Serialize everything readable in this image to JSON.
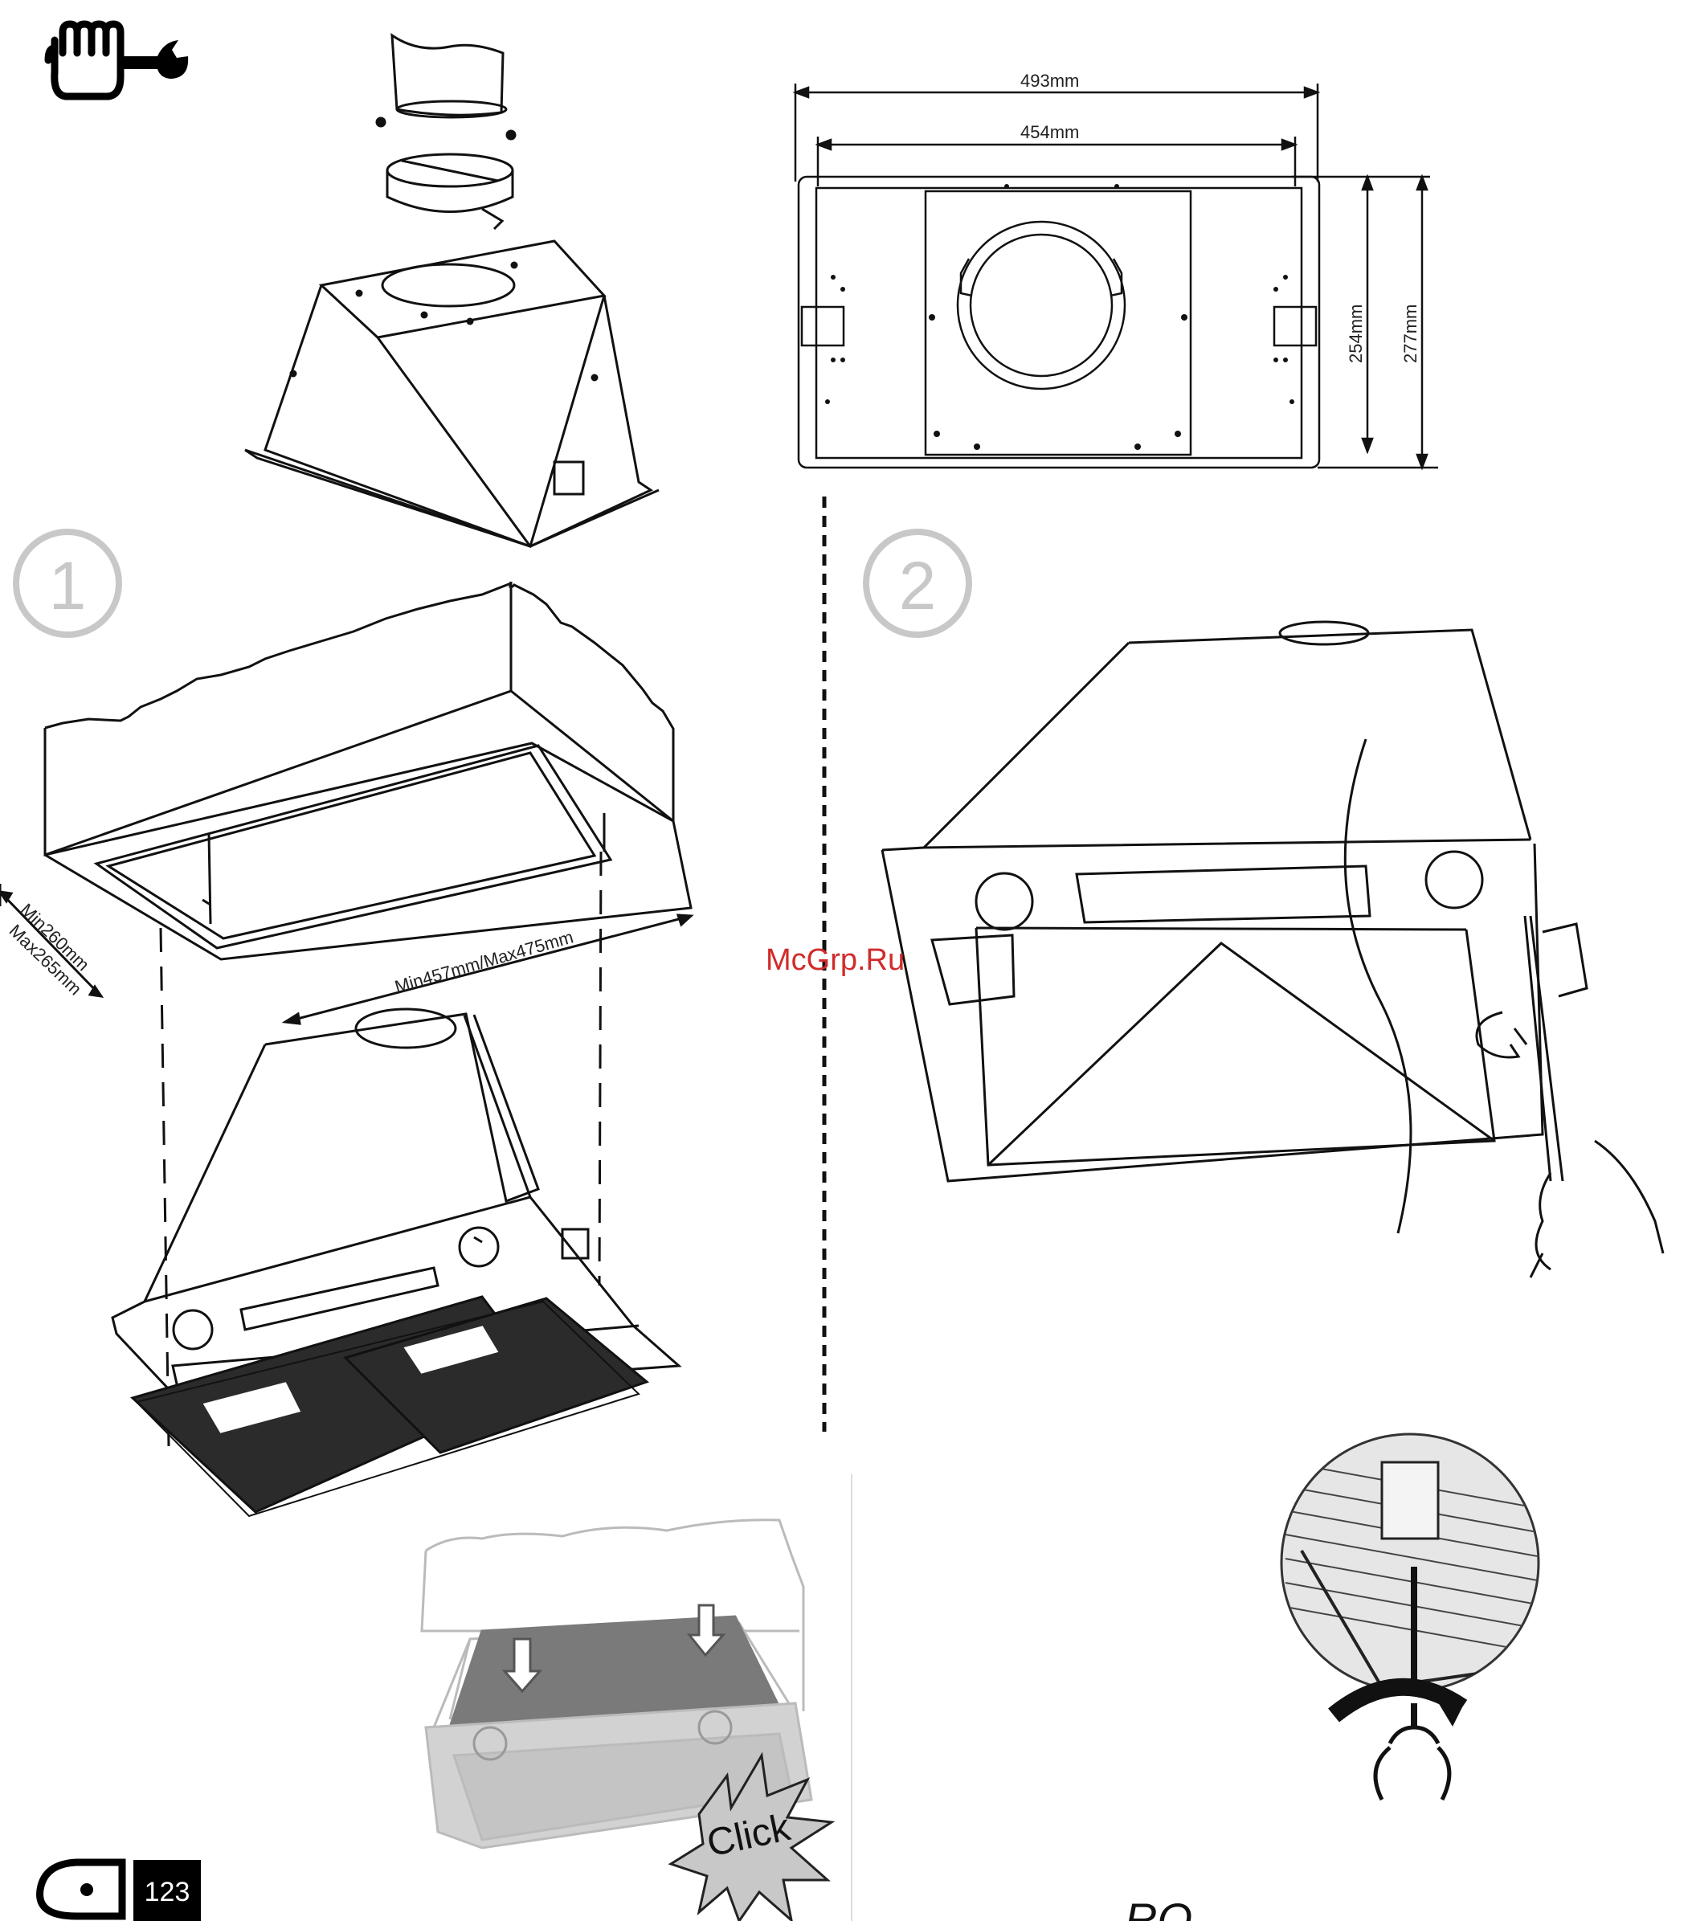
{
  "icons": {
    "install": "installation-tool-icon",
    "filter_counter": "filter-timer-icon",
    "filter_counter_display": "123"
  },
  "watermark": "McGrp.Ru",
  "steps": {
    "one": "1",
    "two": "2"
  },
  "dimensions": {
    "width_outer": "493mm",
    "width_inner": "454mm",
    "depth_inner": "254mm",
    "depth_outer": "277mm",
    "cutout_depth_min": "Min260mm",
    "cutout_depth_max": "Max265mm",
    "cutout_width": "Min457mm/Max475mm"
  },
  "callout": "Click",
  "page_number_fragment": "RO"
}
